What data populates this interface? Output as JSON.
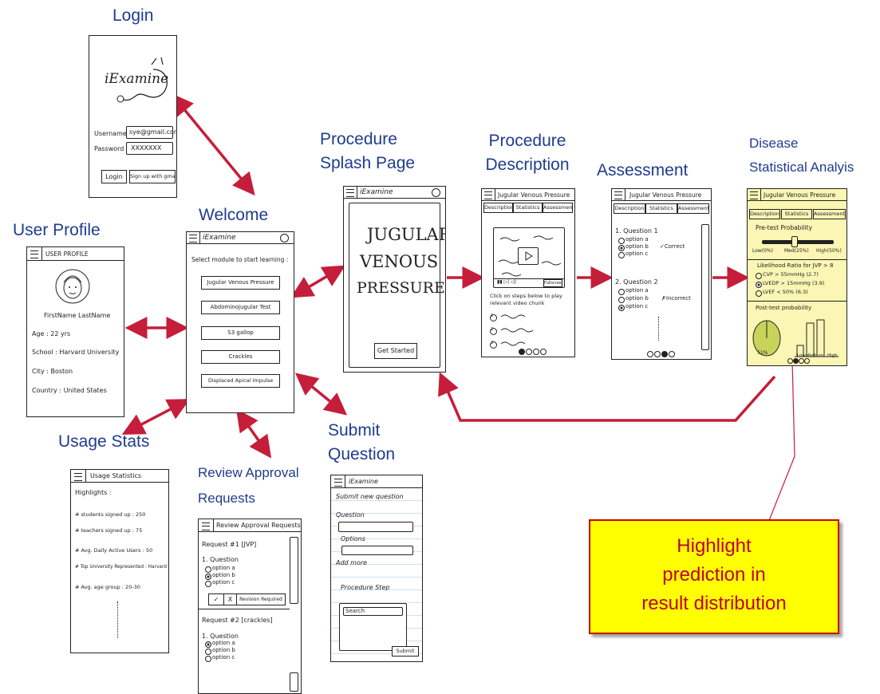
{
  "captions": {
    "login": "Login",
    "welcome": "Welcome",
    "user_profile": "User Profile",
    "usage_stats": "Usage Stats",
    "review_approval": "Review Approval\nRequests",
    "submit_question": "Submit\nQuestion",
    "procedure_splash": "Procedure\nSplash Page",
    "procedure_description": "Procedure\nDescription",
    "assessment": "Assessment",
    "disease_stats": "Disease\nStatistical Analyis"
  },
  "login_screen": {
    "logo": "iExamine",
    "username_label": "Username",
    "username_value": "sye@gmail.com",
    "password_label": "Password",
    "password_value": "XXXXXXX",
    "login_button": "Login",
    "signup_button": "Sign up with gmail"
  },
  "welcome_screen": {
    "app_title": "iExamine",
    "prompt": "Select module to start learning :",
    "modules": [
      "Jugular Venous Pressure",
      "Abdominojugular Test",
      "S3 gallop",
      "Crackles",
      "Displaced Apical Impulse"
    ]
  },
  "profile_screen": {
    "header": "USER PROFILE",
    "name": "FirstName LastName",
    "age": "Age : 22 yrs",
    "school": "School : Harvard University",
    "city": "City : Boston",
    "country": "Country : United States"
  },
  "usage_screen": {
    "header": "Usage Statistics",
    "highlights": "Highlights :",
    "lines": [
      "# students signed up : 250",
      "# teachers signed up : 75",
      "# Avg. Daily Active Users : 50",
      "# Top University Represented : Harvard",
      "# Avg. age group : 20-30"
    ]
  },
  "review_screen": {
    "header": "Review Approval Requests",
    "request1": "Request #1      [JVP]",
    "question1": "1. Question",
    "options": [
      "option a",
      "option b",
      "option c"
    ],
    "approve": "✓",
    "reject": "X",
    "revision": "Revision Required",
    "request2": "Request #2      [crackles]",
    "question2": "1. Question"
  },
  "submit_screen": {
    "app_title": "iExamine",
    "heading": "Submit new question",
    "question_label": "Question",
    "options_label": "Options",
    "add_more": "Add more",
    "procedure_label": "Procedure Step",
    "search": "Search",
    "submit": "Submit"
  },
  "splash_screen": {
    "app_title": "iExamine",
    "title_lines": [
      "JUGULAR",
      "VENOUS",
      "PRESSURE"
    ],
    "start_button": "Get Started"
  },
  "description_screen": {
    "title": "Jugular Venous Pressure",
    "tabs": [
      "Description",
      "Statistics",
      "Assessment"
    ],
    "fullscreen": "Fullscreen",
    "instruction": "Click on steps below to play relevant video chunk",
    "steps": [
      "1",
      "2",
      "3"
    ]
  },
  "assessment_screen": {
    "title": "Jugular Venous Pressure",
    "tabs": [
      "Description",
      "Statistics",
      "Assessment"
    ],
    "q1": "1. Question 1",
    "q2": "2. Question 2",
    "options": [
      "option a",
      "option b",
      "option c"
    ],
    "correct": "Correct",
    "incorrect": "Incorrect"
  },
  "disease_screen": {
    "title": "Jugular Venous Pressure",
    "tabs": [
      "Description",
      "Statistics",
      "Assessment"
    ],
    "pretest": "Pre-test Probability",
    "slider_labels": [
      "Low(0%)",
      "Med(25%)",
      "High(50%)"
    ],
    "likelihood": "Likelihood Ratio for JVP > 8",
    "lr_options": [
      "CVP > 55mmHg (2.7)",
      "LVEDP > 15mmHg (3.9)",
      "LVEF < 50% (6.3)"
    ],
    "posttest": "Post-test probability",
    "pie_label": "51%",
    "bar_labels": [
      "Low",
      "Medium",
      "High"
    ]
  },
  "highlight_note": "Highlight\nprediction in\nresult distribution",
  "colors": {
    "caption": "#1f3c8f",
    "arrow": "#c41e3a",
    "note_fill": "#ffff00",
    "note_text": "#c0002a",
    "stats_fill": "#fbf6b4"
  }
}
